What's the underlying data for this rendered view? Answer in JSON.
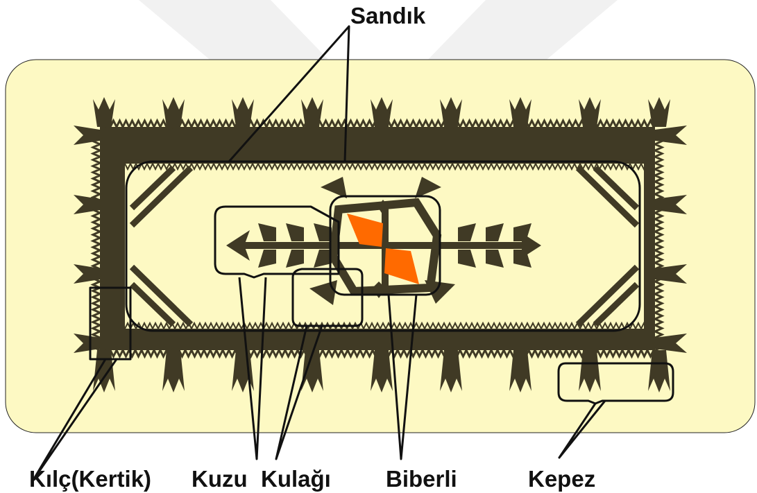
{
  "colors": {
    "panel": "#fdf9c3",
    "motif": "#403a25",
    "accent": "#ff6a00",
    "line": "#111111",
    "watermark": "#f1f1f1"
  },
  "labels": {
    "sandik": "Sandık",
    "kilc": "Kılç(Kertik)",
    "kuzu": "Kuzu",
    "kulagi": "Kulağı",
    "biberli": "Biberli",
    "kepez": "Kepez"
  },
  "icons": {
    "watermark": "chevron-down-icon"
  }
}
